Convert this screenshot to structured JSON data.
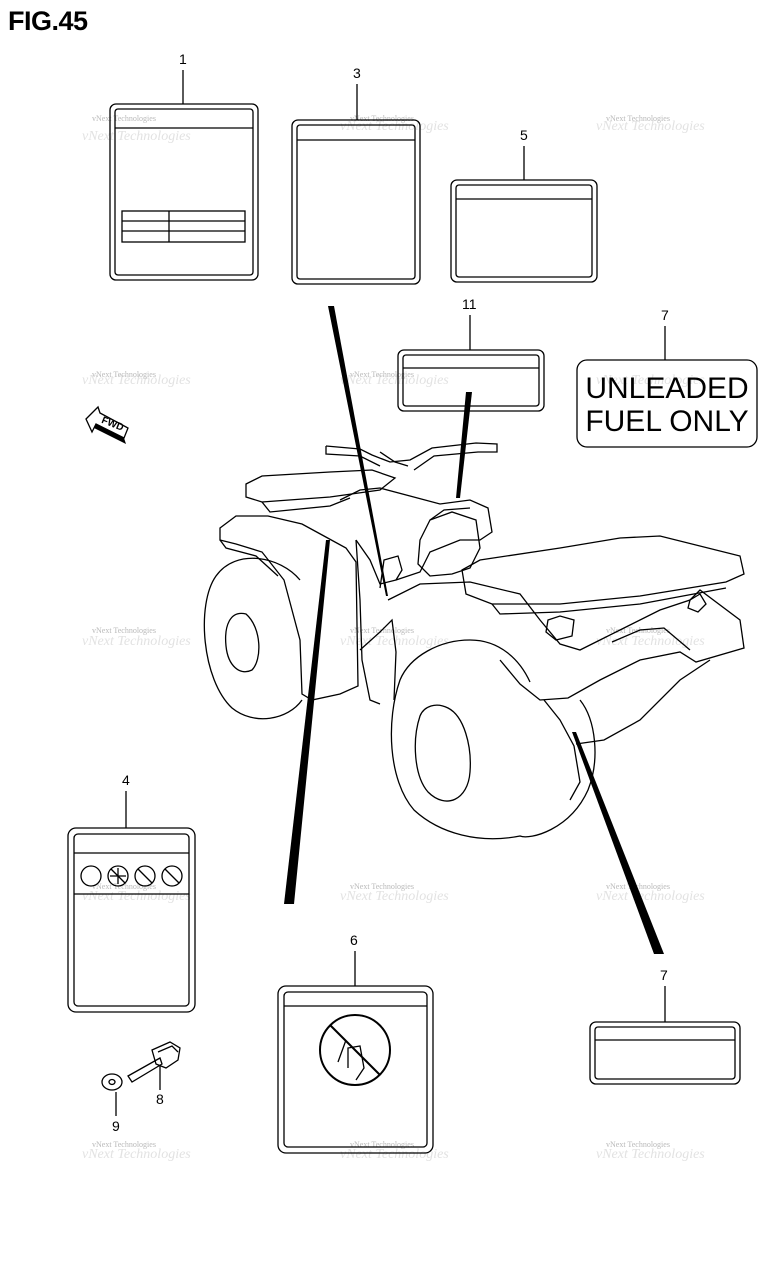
{
  "figure": {
    "title": "FIG.45"
  },
  "labels": {
    "unleaded_line1": "UNLEADED",
    "unleaded_line2": "FUEL ONLY",
    "fwd": "FWD"
  },
  "callouts": {
    "c1": "1",
    "c3": "3",
    "c5": "5",
    "c11": "11",
    "c7a": "7",
    "c4": "4",
    "c6": "6",
    "c7b": "7",
    "c8": "8",
    "c9": "9"
  },
  "watermark": {
    "text": "vNext Technologies"
  }
}
